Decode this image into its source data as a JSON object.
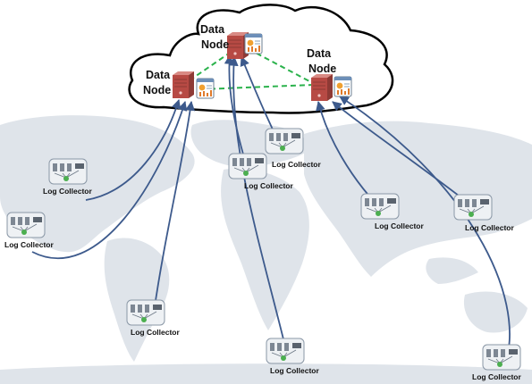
{
  "data_nodes": [
    {
      "id": "left",
      "label_line1": "Data",
      "label_line2": "Node"
    },
    {
      "id": "top",
      "label_line1": "Data",
      "label_line2": "Node"
    },
    {
      "id": "right",
      "label_line1": "Data",
      "label_line2": "Node"
    }
  ],
  "log_collectors": [
    {
      "id": "north-america",
      "label": "Log Collector"
    },
    {
      "id": "west-coast",
      "label": "Log Collector"
    },
    {
      "id": "south-america",
      "label": "Log Collector"
    },
    {
      "id": "europe-west",
      "label": "Log Collector"
    },
    {
      "id": "europe-north",
      "label": "Log Collector"
    },
    {
      "id": "africa",
      "label": "Log Collector"
    },
    {
      "id": "asia",
      "label": "Log Collector"
    },
    {
      "id": "east-asia",
      "label": "Log Collector"
    },
    {
      "id": "oceania",
      "label": "Log Collector"
    }
  ],
  "colors": {
    "cloud_outline": "#000000",
    "map": "#dfe4ea",
    "link": "#3d5a8c",
    "mesh": "#2bb24c",
    "server": "#b74a44"
  },
  "icons": [
    "server-icon",
    "dashboard-icon",
    "network-rack-icon",
    "cloud-icon",
    "world-map-icon"
  ]
}
